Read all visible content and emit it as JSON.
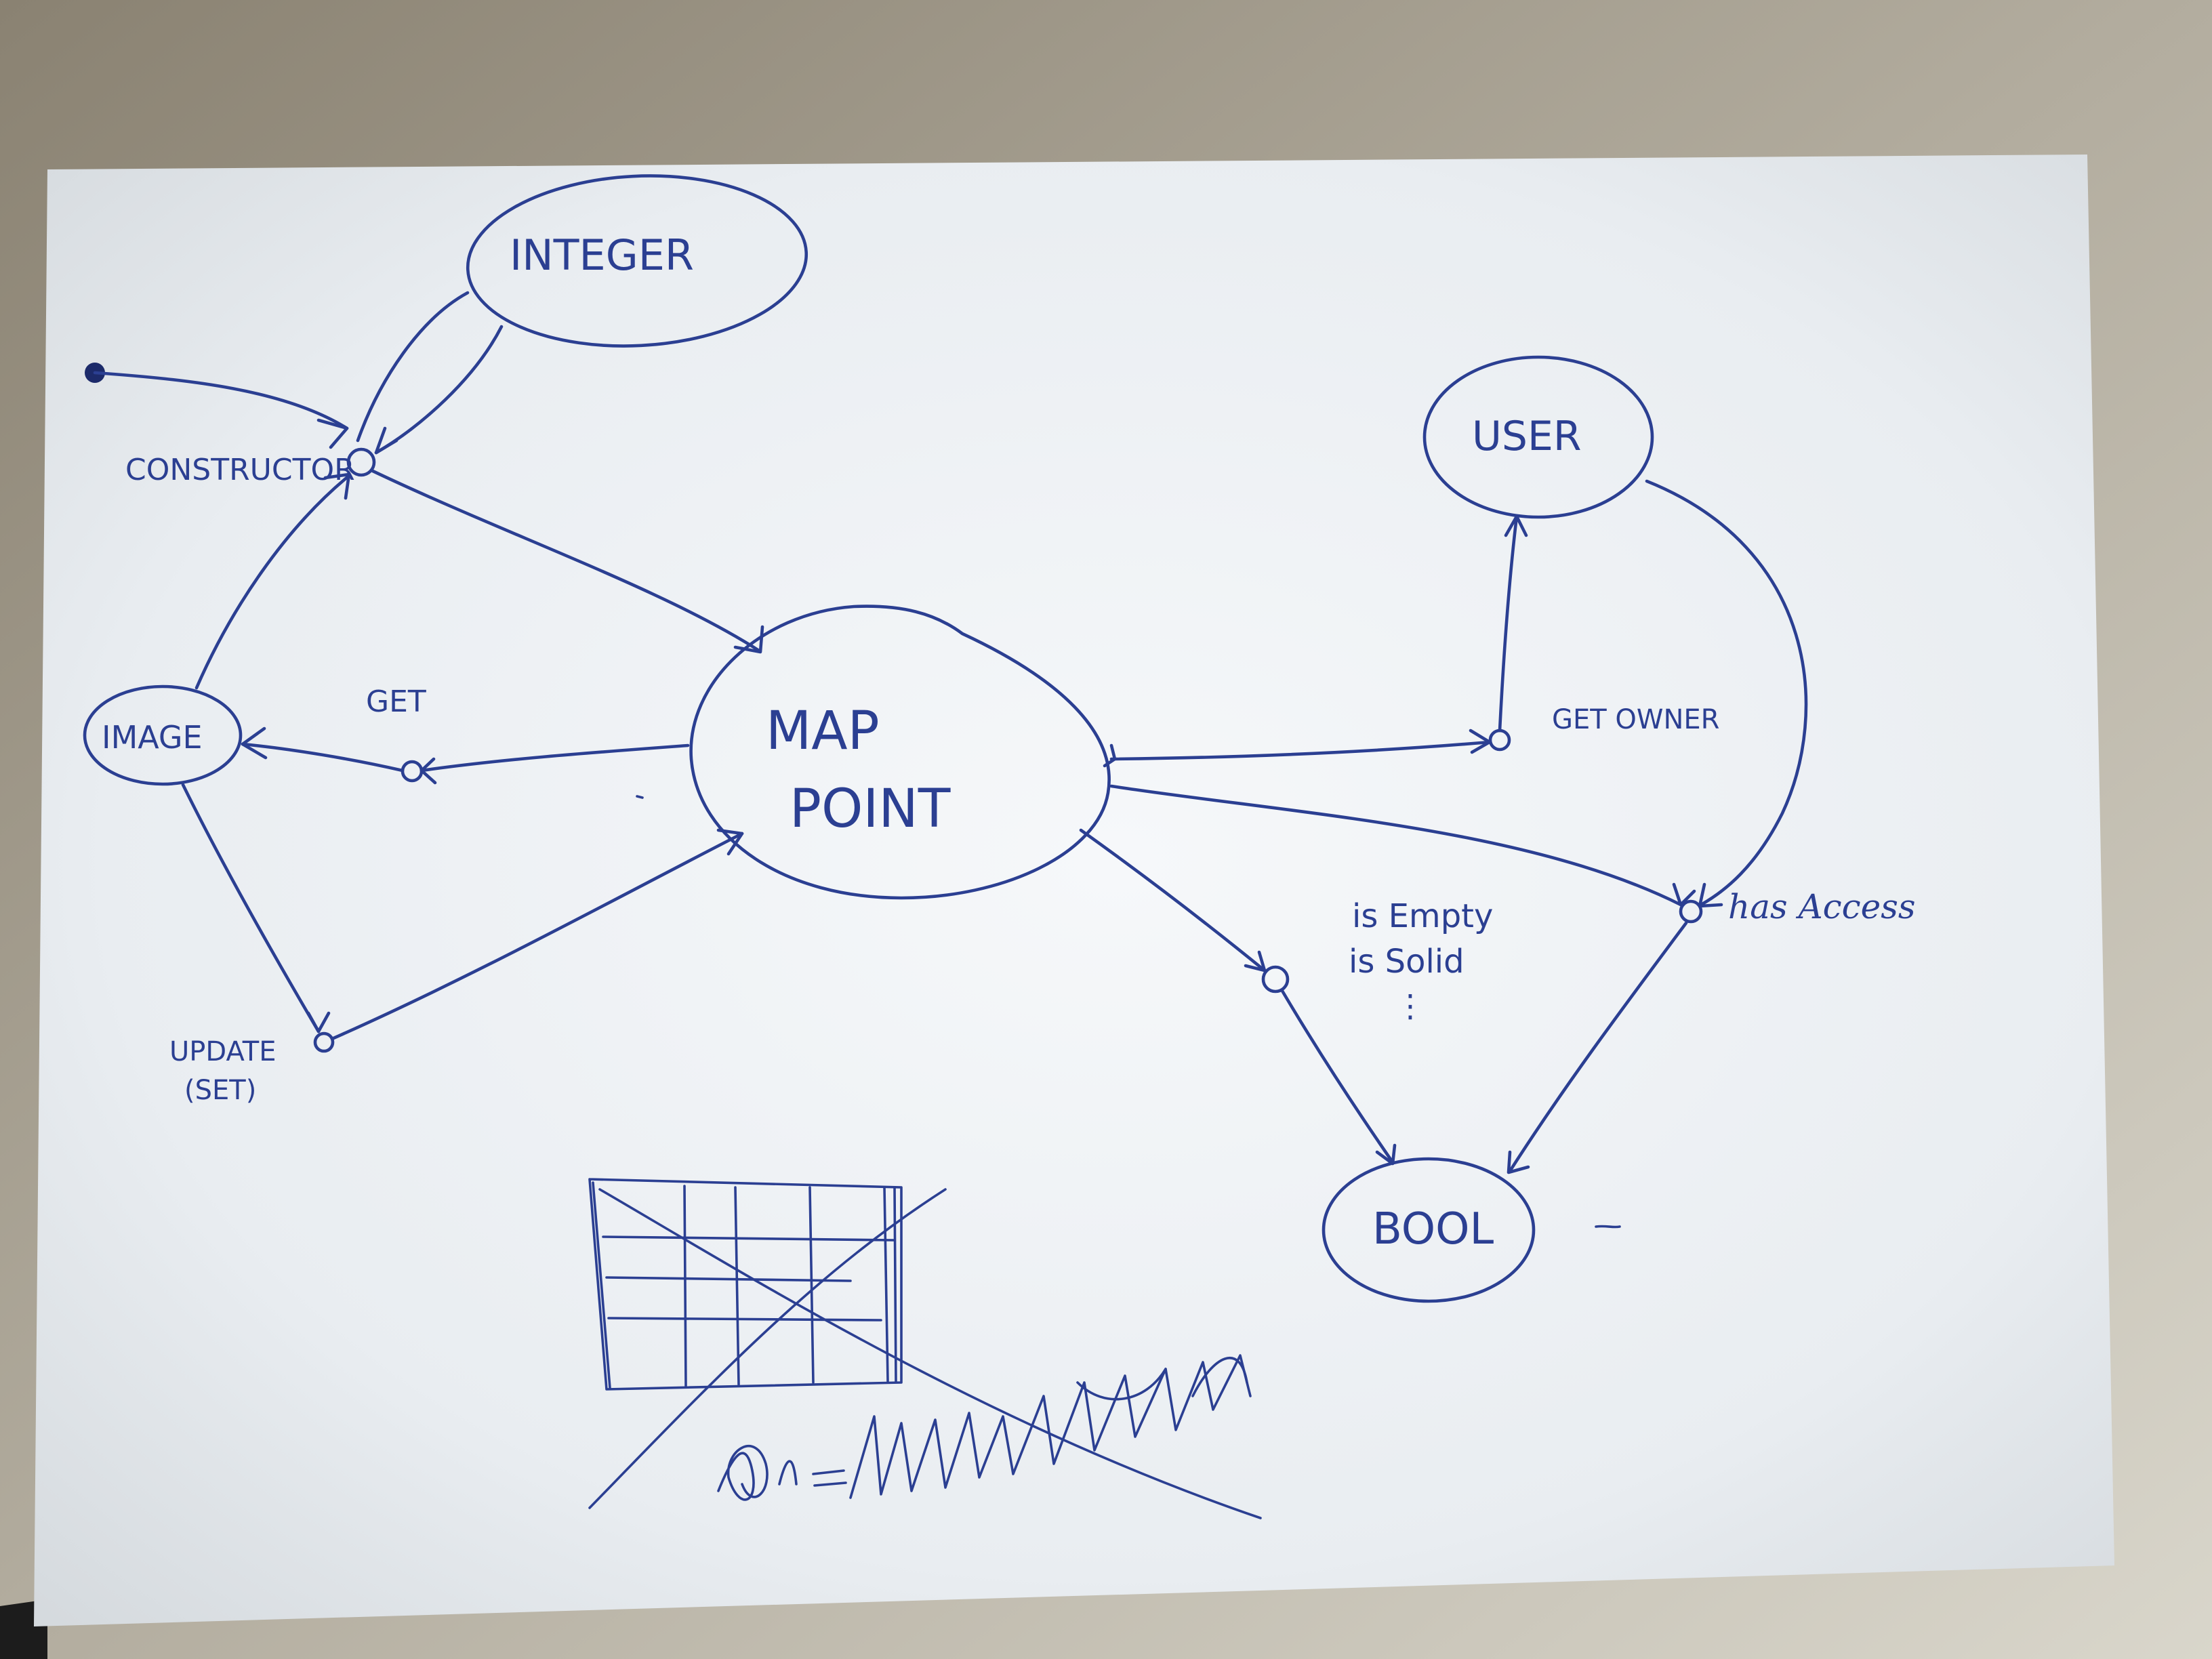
{
  "diagram": {
    "nodes": {
      "integer": "INTEGER",
      "user": "USER",
      "image": "IMAGE",
      "map_point_line1": "MAP",
      "map_point_line2": "POINT",
      "bool": "BOOL"
    },
    "edge_labels": {
      "constructor": "CONSTRUCTOR",
      "get": "GET",
      "update": "UPDATE",
      "update_set": "(SET)",
      "get_owner": "GET OWNER",
      "has_access": "has Access",
      "is_empty": "is Empty",
      "is_solid": "is Solid",
      "ellipsis": "⋮"
    }
  },
  "colors": {
    "ink": "#2b3f92",
    "paper": "#eef1f4",
    "background": "#9c978a"
  }
}
